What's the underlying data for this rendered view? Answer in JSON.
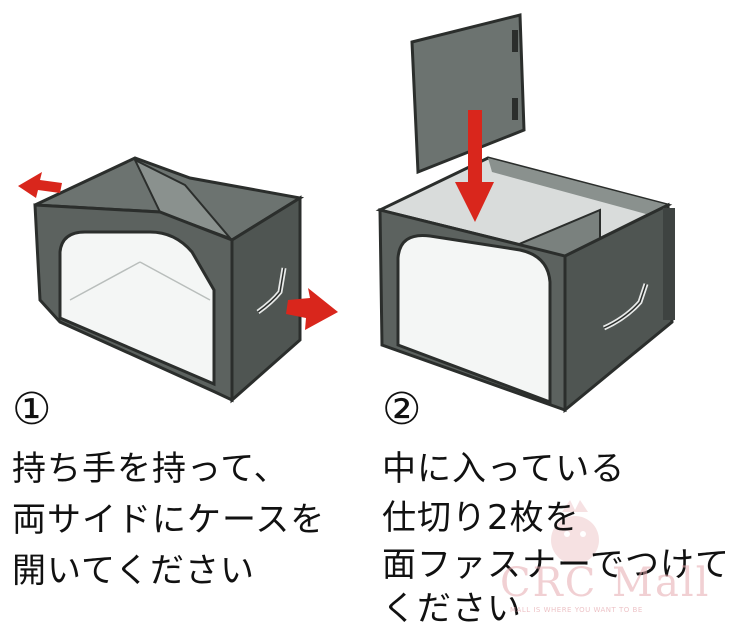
{
  "step1": {
    "number": "①",
    "lines": [
      "持ち手を持って、",
      "両サイドにケースを",
      "開いてください"
    ]
  },
  "step2": {
    "number": "②",
    "lines": [
      "中に入っている",
      "仕切り2枚を",
      "面ファスナーでつけて",
      "ください"
    ]
  },
  "watermark": {
    "text": "CRC Mall",
    "tagline": "MALL IS WHERE YOU WANT TO BE"
  },
  "colors": {
    "box_fill": "#5c625f",
    "box_stroke": "#2b2e2c",
    "arrow": "#d9261c",
    "watermark": "#e6aaaf"
  }
}
